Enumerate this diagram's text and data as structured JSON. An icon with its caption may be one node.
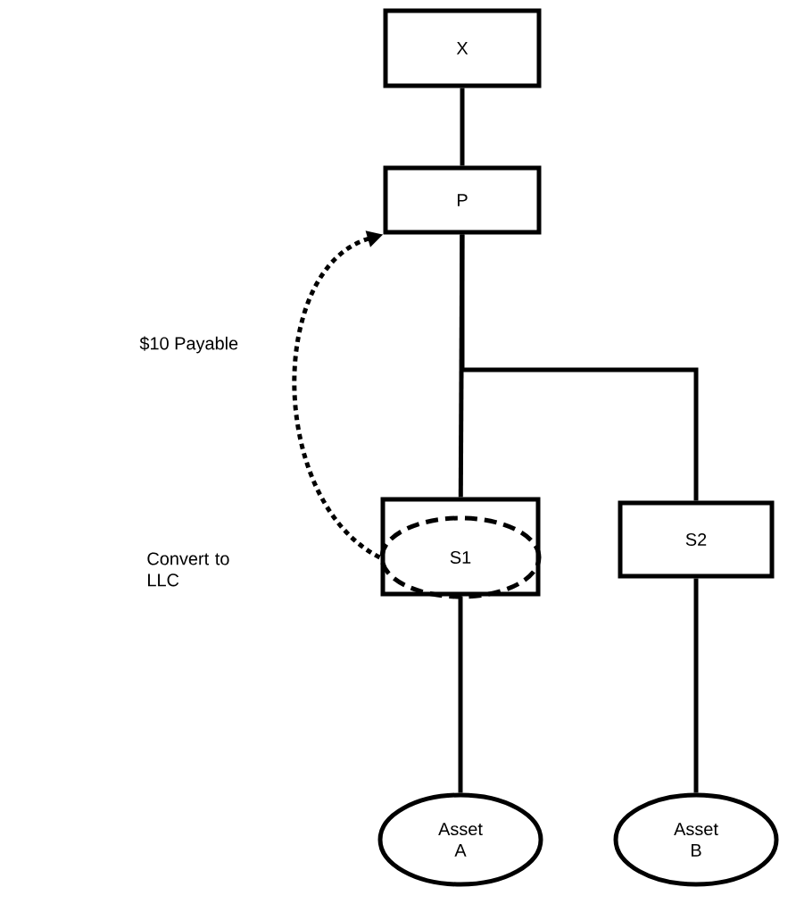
{
  "diagram": {
    "nodes": [
      {
        "text": [
          "X"
        ]
      },
      {
        "text": [
          "P"
        ]
      },
      {
        "text": [],
        "shape": "box"
      },
      {
        "text": [
          "S1"
        ],
        "in": 2
      },
      {
        "text": [
          "S2"
        ]
      },
      {
        "text": [
          "Asset A"
        ]
      },
      {
        "text": [
          "Asset B"
        ]
      }
    ],
    "edges": [
      {
        "from": 0,
        "to": 1,
        "arrow": "none"
      },
      {
        "from": 1,
        "to": 2,
        "arrow": "none"
      },
      {
        "from": 1,
        "to": 4,
        "arrow": "none"
      },
      {
        "from": 3,
        "to": 1,
        "arrow": "to",
        "style": "dashed",
        "label": "$10 Payable"
      },
      {
        "from": 2,
        "to": 5,
        "arrow": "none"
      },
      {
        "from": 4,
        "to": 6,
        "arrow": "none"
      }
    ],
    "labels": [
      "Convert to LLC"
    ]
  }
}
